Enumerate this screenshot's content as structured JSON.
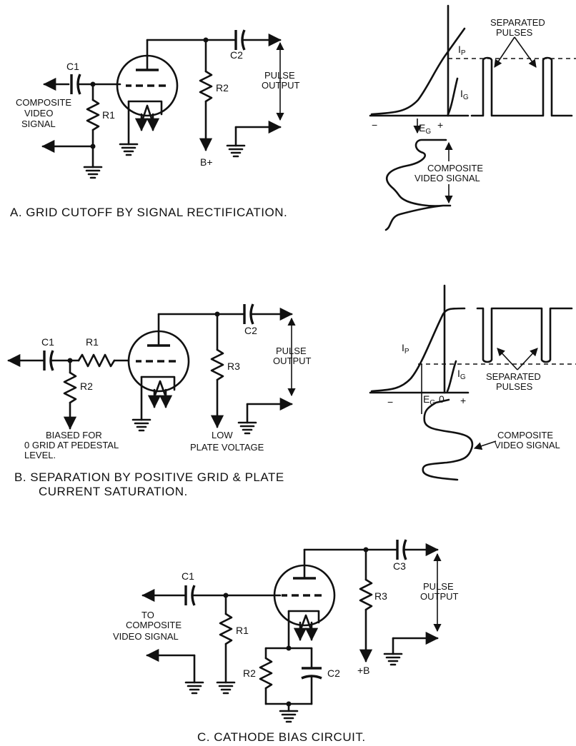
{
  "section_a": {
    "caption": "A.  GRID CUTOFF BY SIGNAL RECTIFICATION.",
    "c1": "C1",
    "c2": "C2",
    "r1": "R1",
    "r2": "R2",
    "input_line1": "COMPOSITE",
    "input_line2": "VIDEO",
    "input_line3": "SIGNAL",
    "output_line1": "PULSE",
    "output_line2": "OUTPUT",
    "supply": "B+",
    "graph": {
      "ip": "I",
      "ip_sub": "P",
      "ig": "I",
      "ig_sub": "G",
      "eg": "E",
      "eg_sub": "G",
      "minus": "−",
      "plus": "+",
      "pulses_line1": "SEPARATED",
      "pulses_line2": "PULSES",
      "video_line1": "COMPOSITE",
      "video_line2": "VIDEO  SIGNAL"
    }
  },
  "section_b": {
    "caption_line1": "B.  SEPARATION BY POSITIVE GRID & PLATE",
    "caption_line2": "CURRENT SATURATION.",
    "c1": "C1",
    "c2": "C2",
    "r1": "R1",
    "r2": "R2",
    "r3": "R3",
    "bias_line1": "BIASED FOR",
    "bias_line2": "0 GRID AT PEDESTAL",
    "bias_line3": "LEVEL.",
    "output_line1": "PULSE",
    "output_line2": "OUTPUT",
    "supply_line1": "LOW",
    "supply_line2": "PLATE VOLTAGE",
    "graph": {
      "ip": "I",
      "ip_sub": "P",
      "ig": "I",
      "ig_sub": "G",
      "eg": "E",
      "eg_sub": "G",
      "zero": "0",
      "minus": "−",
      "plus": "+",
      "pulses_line1": "SEPARATED",
      "pulses_line2": "PULSES",
      "video_line1": "COMPOSITE",
      "video_line2": "VIDEO SIGNAL"
    }
  },
  "section_c": {
    "caption": "C.   CATHODE BIAS CIRCUIT.",
    "c1": "C1",
    "c2": "C2",
    "c3": "C3",
    "r1": "R1",
    "r2": "R2",
    "r3": "R3",
    "input_line1": "TO",
    "input_line2": "COMPOSITE",
    "input_line3": "VIDEO SIGNAL",
    "output_line1": "PULSE",
    "output_line2": "OUTPUT",
    "supply": "+B"
  }
}
